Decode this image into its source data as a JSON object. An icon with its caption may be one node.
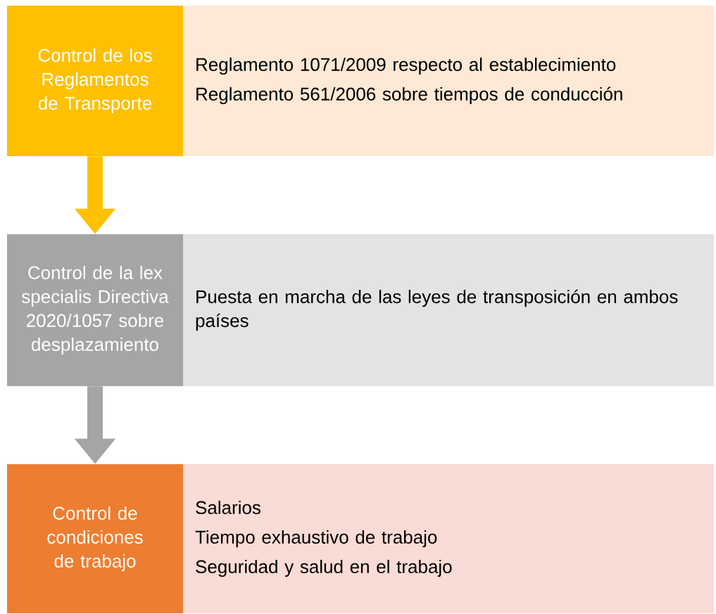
{
  "diagram": {
    "nodes": [
      {
        "text": [
          "Control de los Reglamentos de Transporte"
        ]
      },
      {
        "text": [
          "Reglamento 1071/2009 respecto al establecimiento",
          "Reglamento 561/2006 sobre tiempos de conducción"
        ]
      },
      {
        "text": [
          "Control de la lex specialis Directiva 2020/1057 sobre desplazamiento"
        ]
      },
      {
        "text": [
          "Puesta en marcha de las leyes de transposición en ambos países"
        ]
      },
      {
        "text": [
          "Control de condiciones de trabajo"
        ]
      },
      {
        "text": [
          "Salarios",
          "Tiempo exhaustivo de trabajo",
          "Seguridad y salud en el trabajo"
        ]
      }
    ],
    "edges": [
      {
        "from": 0,
        "to": 2,
        "arrow": "to",
        "color": "#ffc000"
      },
      {
        "from": 2,
        "to": 4,
        "arrow": "to",
        "color": "#a5a5a5"
      }
    ]
  }
}
